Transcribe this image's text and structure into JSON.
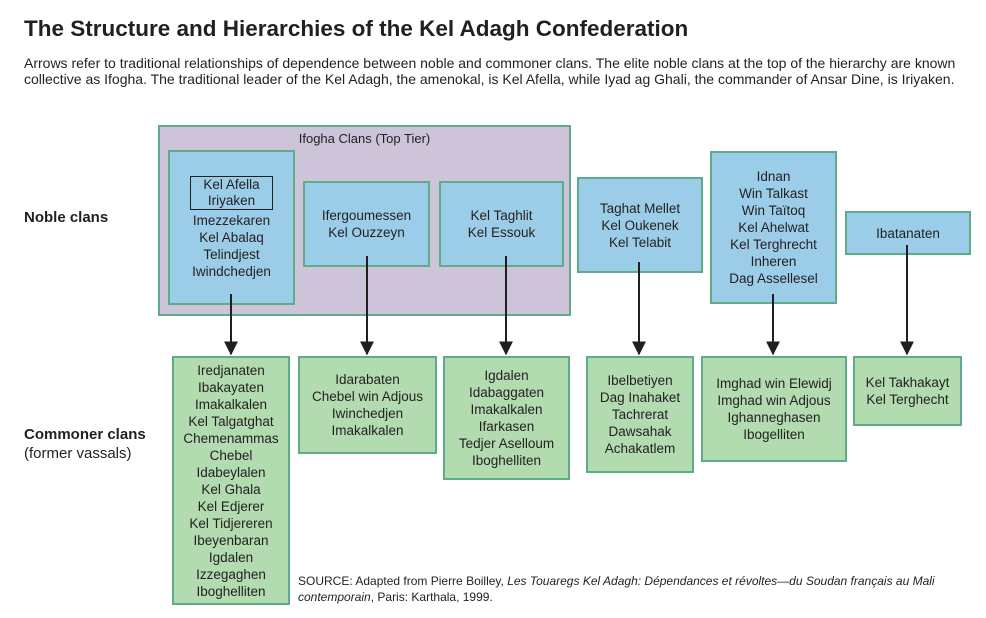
{
  "title": "The Structure and Hierarchies of the Kel Adagh Confederation",
  "subtitle": "Arrows refer to traditional relationships of dependence between noble and commoner clans. The elite noble clans at the top of the hierarchy are known collective as Ifogha. The traditional leader of the Kel Adagh, the amenokal, is Kel Afella, while Iyad ag Ghali, the commander of Ansar Dine, is Iriyaken.",
  "row_labels": {
    "noble": "Noble clans",
    "commoner": "Commoner clans",
    "commoner_sub": "(former vassals)"
  },
  "ifogha_group_title": "Ifogha Clans (Top Tier)",
  "noble_clans": [
    {
      "boxed": [
        "Kel Afella",
        "Iriyaken"
      ],
      "items": [
        "Imezzekaren",
        "Kel Abalaq",
        "Telindjest",
        "Iwindchedjen"
      ]
    },
    {
      "items": [
        "Ifergoumessen",
        "Kel Ouzzeyn"
      ]
    },
    {
      "items": [
        "Kel Taghlit",
        "Kel Essouk"
      ]
    },
    {
      "items": [
        "Taghat Mellet",
        "Kel Oukenek",
        "Kel Telabit"
      ]
    },
    {
      "items": [
        "Idnan",
        "Win Talkast",
        "Win Taïtoq",
        "Kel Ahelwat",
        "Kel Terghrecht",
        "Inheren",
        "Dag Assellesel"
      ]
    },
    {
      "items": [
        "Ibatanaten"
      ]
    }
  ],
  "commoner_clans": [
    {
      "items": [
        "Iredjanaten",
        "Ibakayaten",
        "Imakalkalen",
        "Kel Talgatghat",
        "Chemenammas",
        "Chebel",
        "Idabeylalen",
        "Kel Ghala",
        "Kel Edjerer",
        "Kel Tidjereren",
        "Ibeyenbaran",
        "Igdalen",
        "Izzegaghen",
        "Iboghelliten"
      ]
    },
    {
      "items": [
        "Idarabaten",
        "Chebel win Adjous",
        "Iwinchedjen",
        "Imakalkalen"
      ]
    },
    {
      "items": [
        "Igdalen",
        "Idabaggaten",
        "Imakalkalen",
        "Ifarkasen",
        "Tedjer Aselloum",
        "Iboghelliten"
      ]
    },
    {
      "items": [
        "Ibelbetiyen",
        "Dag Inahaket",
        "Tachrerat",
        "Dawsahak",
        "Achakatlem"
      ]
    },
    {
      "items": [
        "Imghad win Elewidj",
        "Imghad win Adjous",
        "Ighanneghasen",
        "Ibogelliten"
      ]
    },
    {
      "items": [
        "Kel Takhakayt",
        "Kel Terghecht"
      ]
    }
  ],
  "source": {
    "prefix": "SOURCE: Adapted from Pierre Boilley, ",
    "book_title": "Les Touaregs Kel Adagh: Dépendances et révoltes—du Soudan français au Mali contemporain",
    "suffix": ", Paris: Karthala, 1999."
  },
  "colors": {
    "noble_fill": "#9ccde8",
    "commoner_fill": "#b2dbb0",
    "ifogha_fill": "#cdc4da",
    "box_border": "#5fad88",
    "arrow": "#231f20"
  }
}
